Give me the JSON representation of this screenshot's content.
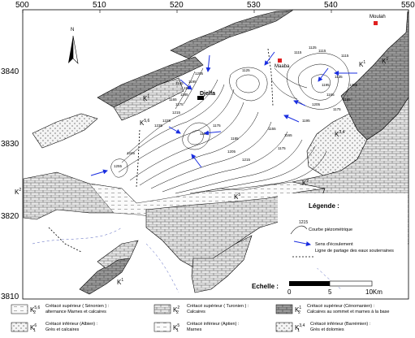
{
  "axes": {
    "x_ticks": [
      "500",
      "510",
      "520",
      "530",
      "540",
      "550"
    ],
    "y_ticks": [
      "3840",
      "3830",
      "3820",
      "3810"
    ]
  },
  "north_label": "N",
  "towns": [
    {
      "name": "Moulah",
      "color": "#e02020"
    },
    {
      "name": "Maaba",
      "color": "#e02020"
    },
    {
      "name": "Djelfa",
      "color": "#000000"
    }
  ],
  "isolines": [
    "1115",
    "1115",
    "1115",
    "1125",
    "1125",
    "1135",
    "1145",
    "1155",
    "1165",
    "1175",
    "1185",
    "1195",
    "1205",
    "1215",
    "1225",
    "1235",
    "1245",
    "1255",
    "1165",
    "1175",
    "1185",
    "1205",
    "1215",
    "1155",
    "1165",
    "1175",
    "1195",
    "1205",
    "1165",
    "1175",
    "1185",
    "1195",
    "1205"
  ],
  "formation_labels": [
    "K",
    "1",
    "K",
    "1",
    "K",
    "1",
    "K",
    "2",
    "K",
    "3,4",
    "K",
    "5,6",
    "K",
    "1",
    "K",
    "5",
    "K",
    "2"
  ],
  "legend": {
    "title": "Légende :",
    "sample_value": "1215",
    "items": [
      {
        "symbol": "isoline",
        "label": "Courbe piézométrique"
      },
      {
        "symbol": "arrow",
        "label": "Sens d'écoulement"
      },
      {
        "symbol": "dashed",
        "label": "Ligne de partage des eaux souterraines"
      }
    ]
  },
  "scale": {
    "label": "Echelle :",
    "ticks": [
      "0",
      "5",
      "10Km"
    ]
  },
  "bottom_legend": [
    {
      "code": "K",
      "sup": "5,6",
      "sub": "2",
      "text": "Crétacé supérieur ( Sénonien ) :\nalternance Marnes et calcaires"
    },
    {
      "code": "K",
      "sup": "2",
      "sub": "2",
      "text": "Crétacé supérieur ( Turonien ) :\nCalcaires"
    },
    {
      "code": "K",
      "sup": "1",
      "sub": "2",
      "text": "Crétacé supérieur (Cénomanien) :\nCalcaires au sommet et marnes à la base"
    },
    {
      "code": "K",
      "sup": "6",
      "sub": "1",
      "text": "Crétacé inférieur (Albien) :\nGrès et calcaires"
    },
    {
      "code": "K",
      "sup": "5",
      "sub": "1",
      "text": "Crétacé inférieur (Aptien) :\nMarnes"
    },
    {
      "code": "K",
      "sup": "3,4",
      "sub": "1",
      "text": "Crétacé inférieur (Barrémien) :\nGrès et dolomies"
    }
  ],
  "colors": {
    "frame": "#000000",
    "flow_arrow": "#1a2ee0",
    "town_marker": "#e02020",
    "limestone": "#d8d8d8",
    "dark_unit": "#9a9a9a"
  }
}
